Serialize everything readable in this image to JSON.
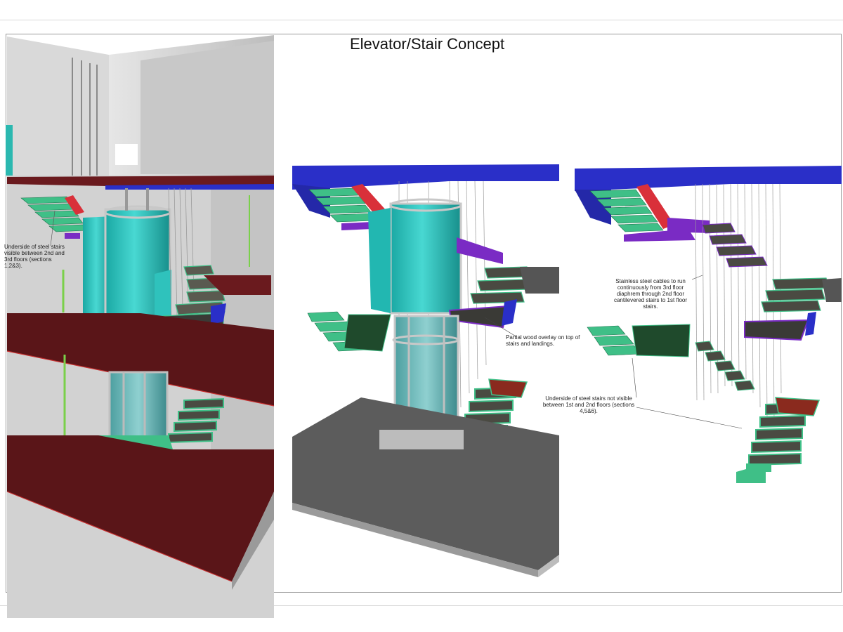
{
  "title": "Elevator/Stair Concept",
  "annotations": {
    "left_view": "Underside of steel stairs visible between 2nd and 3rd floors (sections 1,2&3).",
    "wood_overlay": "Partial wood overlay on top of stairs and landings.",
    "cables": "Stainless steel cables to run continuously from 3rd floor diaphrem through 2nd floor cantilevered stairs to 1st floor stairs.",
    "underside_not_visible": "Underside of steel stairs not visible between 1st and 2nd floors (sections 4,5&6)."
  },
  "colors": {
    "slab_blue": "#2a2fc8",
    "slab_maroon": "#5a1518",
    "glass_teal": "#29c2bd",
    "stair_green": "#3fbf87",
    "tread_dark": "#4a4a42",
    "landing_red": "#8a2a1e",
    "accent_red": "#d9303a",
    "accent_purple": "#7a2bc4",
    "wall_gray": "#cfcfcf",
    "base_gray": "#5c5c5c"
  }
}
